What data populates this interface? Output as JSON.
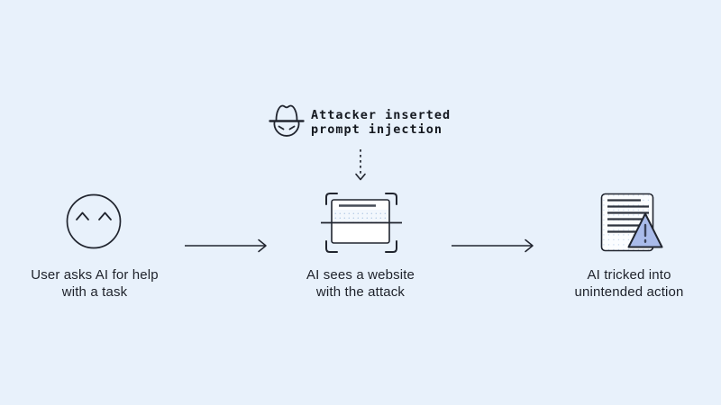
{
  "diagram": {
    "title_implied": "Prompt injection flow",
    "colors": {
      "background": "#e8f1fb",
      "ink": "#21252f",
      "warning_triangle_fill": "#a9bbea",
      "dot_texture": "#bcd0e9"
    },
    "attacker": {
      "icon": "attacker-hat-face-icon",
      "label_line1": "Attacker inserted",
      "label_line2": "prompt injection"
    },
    "steps": [
      {
        "id": "user",
        "icon": "user-smiley-icon",
        "label_line1": "User asks AI for help",
        "label_line2": "with a task"
      },
      {
        "id": "website",
        "icon": "scanned-website-icon",
        "label_line1": "AI sees a website",
        "label_line2": "with the attack"
      },
      {
        "id": "outcome",
        "icon": "document-warning-icon",
        "label_line1": "AI tricked into",
        "label_line2": "unintended action"
      }
    ],
    "connectors": {
      "arrow1": "user-to-website-arrow",
      "arrow2": "website-to-outcome-arrow",
      "dotted_arrow": "attacker-injection-dotted-arrow"
    }
  }
}
